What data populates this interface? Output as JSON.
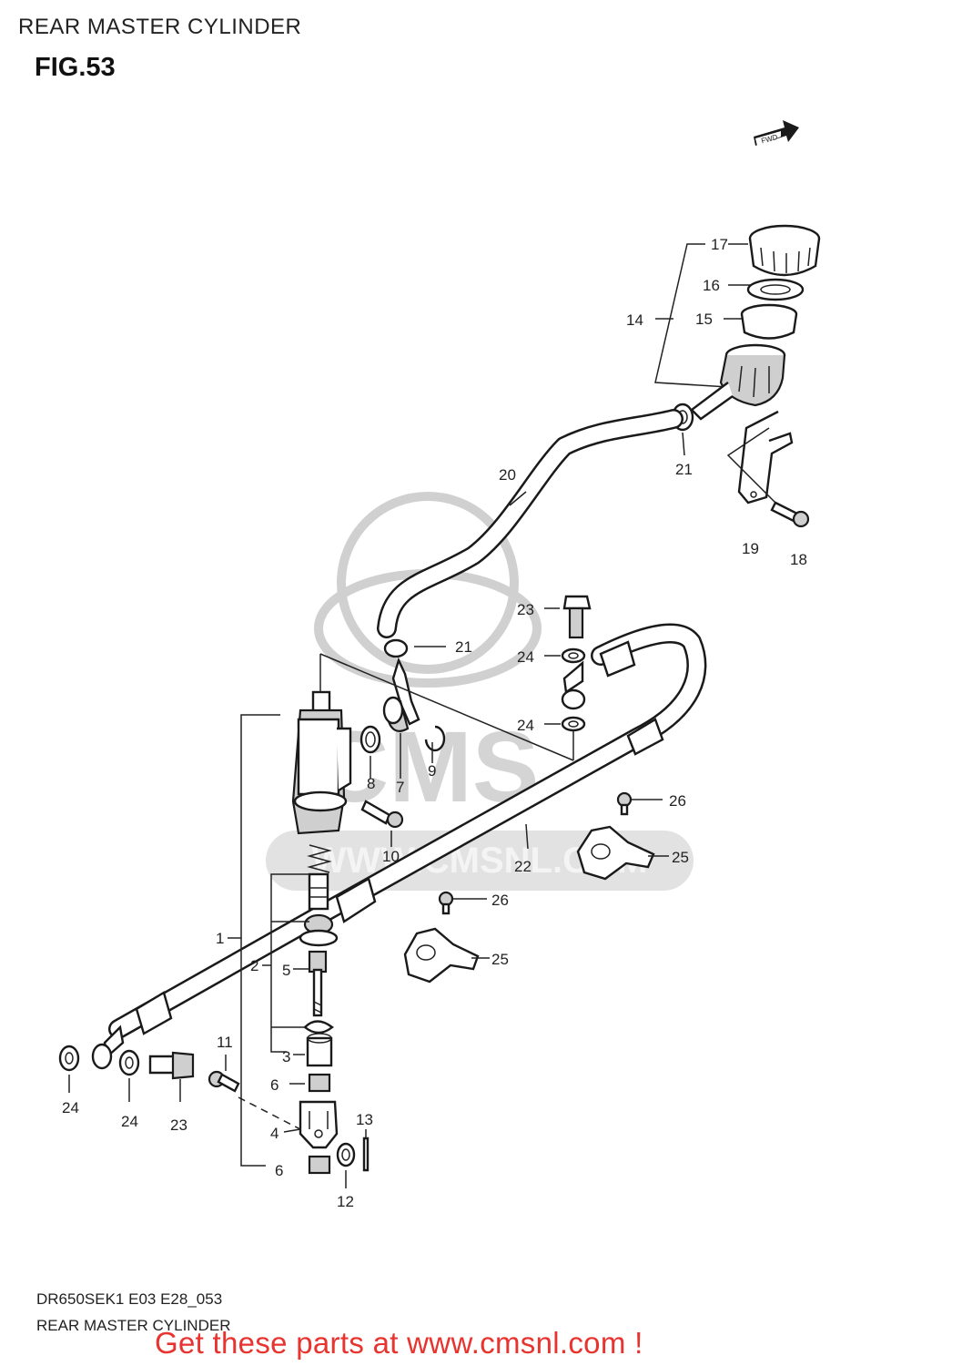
{
  "header": {
    "title": "REAR MASTER CYLINDER",
    "figure": "FIG.53"
  },
  "fwd_badge": "FWD",
  "watermark": {
    "brand": "CMS",
    "url": "WWW.CMSNL.COM"
  },
  "callouts": {
    "c1": "1",
    "c2": "2",
    "c3": "3",
    "c4": "4",
    "c5": "5",
    "c6a": "6",
    "c6b": "6",
    "c7": "7",
    "c8": "8",
    "c9": "9",
    "c10": "10",
    "c11": "11",
    "c12": "12",
    "c13": "13",
    "c14": "14",
    "c15": "15",
    "c16": "16",
    "c17": "17",
    "c18": "18",
    "c19": "19",
    "c20": "20",
    "c21a": "21",
    "c21b": "21",
    "c22": "22",
    "c23a": "23",
    "c23b": "23",
    "c24a": "24",
    "c24b": "24",
    "c24c": "24",
    "c24d": "24",
    "c25a": "25",
    "c25b": "25",
    "c26a": "26",
    "c26b": "26"
  },
  "footer": {
    "code": "DR650SEK1 E03 E28_053",
    "name": "REAR MASTER CYLINDER",
    "cta": "Get these parts at www.cmsnl.com !"
  },
  "colors": {
    "cta": "#e8332f",
    "line": "#1a1a1a",
    "watermark": "#d0d0d0"
  }
}
